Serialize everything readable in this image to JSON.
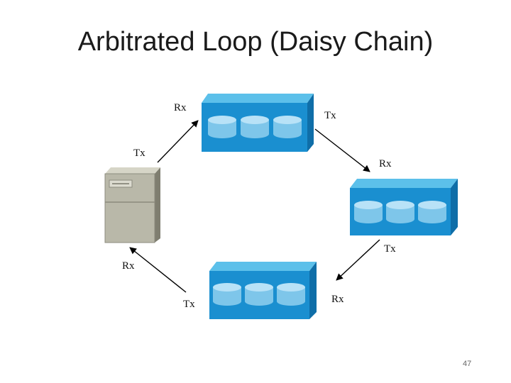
{
  "slide": {
    "title": "Arbitrated Loop (Daisy Chain)",
    "page_number": "47"
  },
  "diagram": {
    "nodes": [
      {
        "name": "server",
        "icon": "server-icon"
      },
      {
        "name": "storage-top",
        "icon": "disk-array-icon"
      },
      {
        "name": "storage-right",
        "icon": "disk-array-icon"
      },
      {
        "name": "storage-bottom",
        "icon": "disk-array-icon"
      }
    ],
    "labels": {
      "top_rx": "Rx",
      "top_tx": "Tx",
      "server_tx": "Tx",
      "right_rx": "Rx",
      "right_tx": "Tx",
      "server_rx": "Rx",
      "bottom_tx": "Tx",
      "bottom_rx": "Rx"
    },
    "colors": {
      "array_front": "#1a8fd0",
      "array_top": "#5cc0ea",
      "array_side": "#0f6ea8",
      "disk": "#9fd6f2",
      "server_body": "#b9b8a9",
      "server_side": "#7f7e70",
      "arrow": "#000000"
    }
  }
}
